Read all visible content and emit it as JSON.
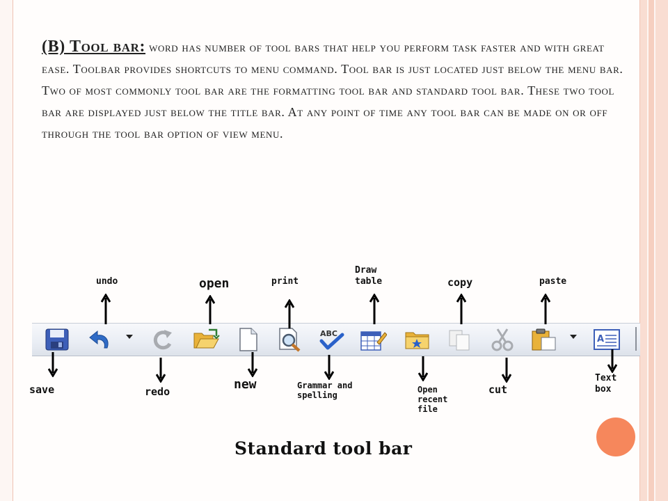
{
  "heading": "(B) Tool bar:",
  "paragraph": " word has number of tool bars that help you perform task faster and with great ease. Toolbar provides shortcuts to menu command. Tool bar is just located just below the menu bar. Two of most commonly tool bar are the formatting tool bar and standard tool bar. These two tool bar are displayed just below the title bar. At any point of time any tool bar can be made on or off through the tool bar option of view menu.",
  "labels_top": {
    "undo": "undo",
    "open": "open",
    "print": "print",
    "draw_table_1": "Draw",
    "draw_table_2": "table",
    "copy": "copy",
    "paste": "paste"
  },
  "labels_bottom": {
    "save": "save",
    "redo": "redo",
    "new": "new",
    "grammar_1": "Grammar and",
    "grammar_2": "spelling",
    "open_recent_1": "Open",
    "open_recent_2": "recent",
    "open_recent_3": "file",
    "cut": "cut",
    "text_box_1": "Text",
    "text_box_2": "box"
  },
  "caption": "Standard tool bar",
  "icons": [
    "save-icon",
    "undo-icon",
    "dropdown-arrow-icon",
    "redo-icon",
    "open-folder-icon",
    "new-document-icon",
    "print-preview-icon",
    "spelling-grammar-icon",
    "draw-table-icon",
    "recent-folder-icon",
    "copy-icon",
    "cut-icon",
    "paste-icon",
    "dropdown-arrow-icon",
    "text-box-icon"
  ],
  "colors": {
    "accent_orange": "#f6875c",
    "stripe": "#f6cfc0"
  }
}
